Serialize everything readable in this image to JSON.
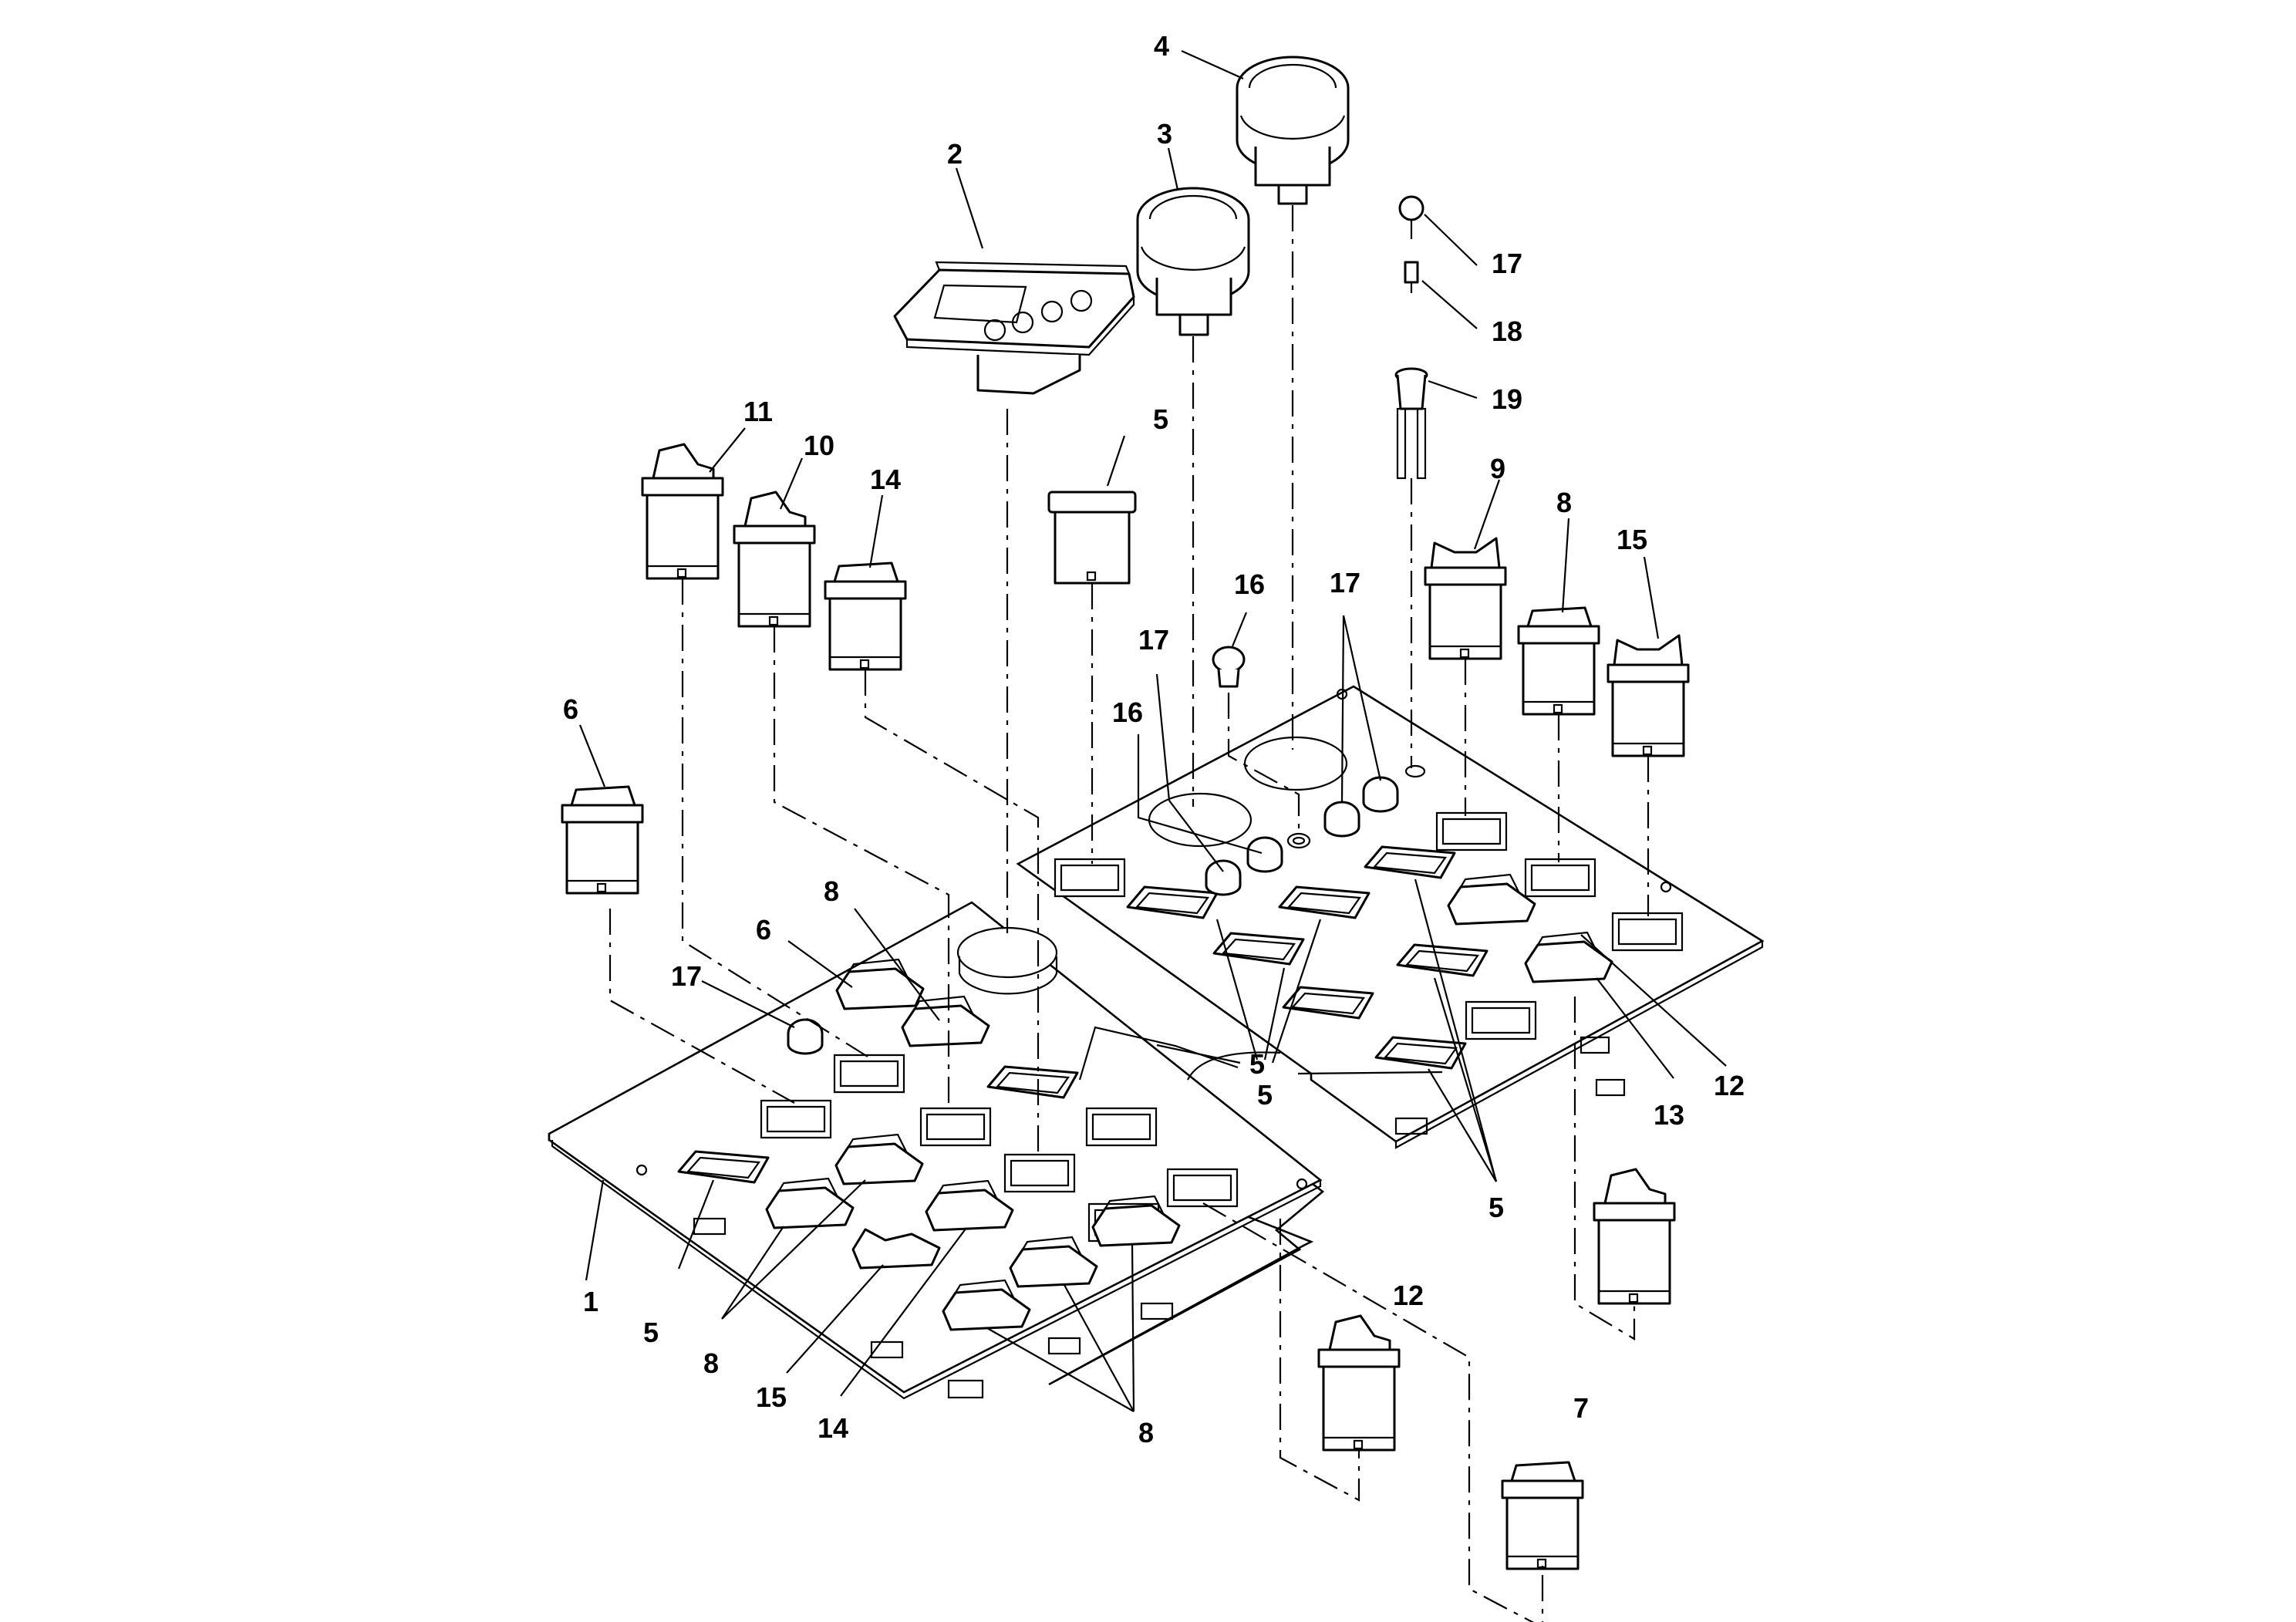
{
  "callouts": [
    {
      "id": "c1",
      "text": "1"
    },
    {
      "id": "c2",
      "text": "2"
    },
    {
      "id": "c3",
      "text": "3"
    },
    {
      "id": "c4",
      "text": "4"
    },
    {
      "id": "c5a",
      "text": "5"
    },
    {
      "id": "c5b",
      "text": "5"
    },
    {
      "id": "c5c",
      "text": "5"
    },
    {
      "id": "c5d",
      "text": "5"
    },
    {
      "id": "c5e",
      "text": "5"
    },
    {
      "id": "c6a",
      "text": "6"
    },
    {
      "id": "c6b",
      "text": "6"
    },
    {
      "id": "c7",
      "text": "7"
    },
    {
      "id": "c8a",
      "text": "8"
    },
    {
      "id": "c8b",
      "text": "8"
    },
    {
      "id": "c8c",
      "text": "8"
    },
    {
      "id": "c8d",
      "text": "8"
    },
    {
      "id": "c9",
      "text": "9"
    },
    {
      "id": "c10",
      "text": "10"
    },
    {
      "id": "c11",
      "text": "11"
    },
    {
      "id": "c12a",
      "text": "12"
    },
    {
      "id": "c12b",
      "text": "12"
    },
    {
      "id": "c13",
      "text": "13"
    },
    {
      "id": "c14a",
      "text": "14"
    },
    {
      "id": "c14b",
      "text": "14"
    },
    {
      "id": "c15a",
      "text": "15"
    },
    {
      "id": "c15b",
      "text": "15"
    },
    {
      "id": "c16a",
      "text": "16"
    },
    {
      "id": "c16b",
      "text": "16"
    },
    {
      "id": "c17a",
      "text": "17"
    },
    {
      "id": "c17b",
      "text": "17"
    },
    {
      "id": "c17c",
      "text": "17"
    },
    {
      "id": "c17d",
      "text": "17"
    },
    {
      "id": "c18",
      "text": "18"
    },
    {
      "id": "c19",
      "text": "19"
    }
  ]
}
